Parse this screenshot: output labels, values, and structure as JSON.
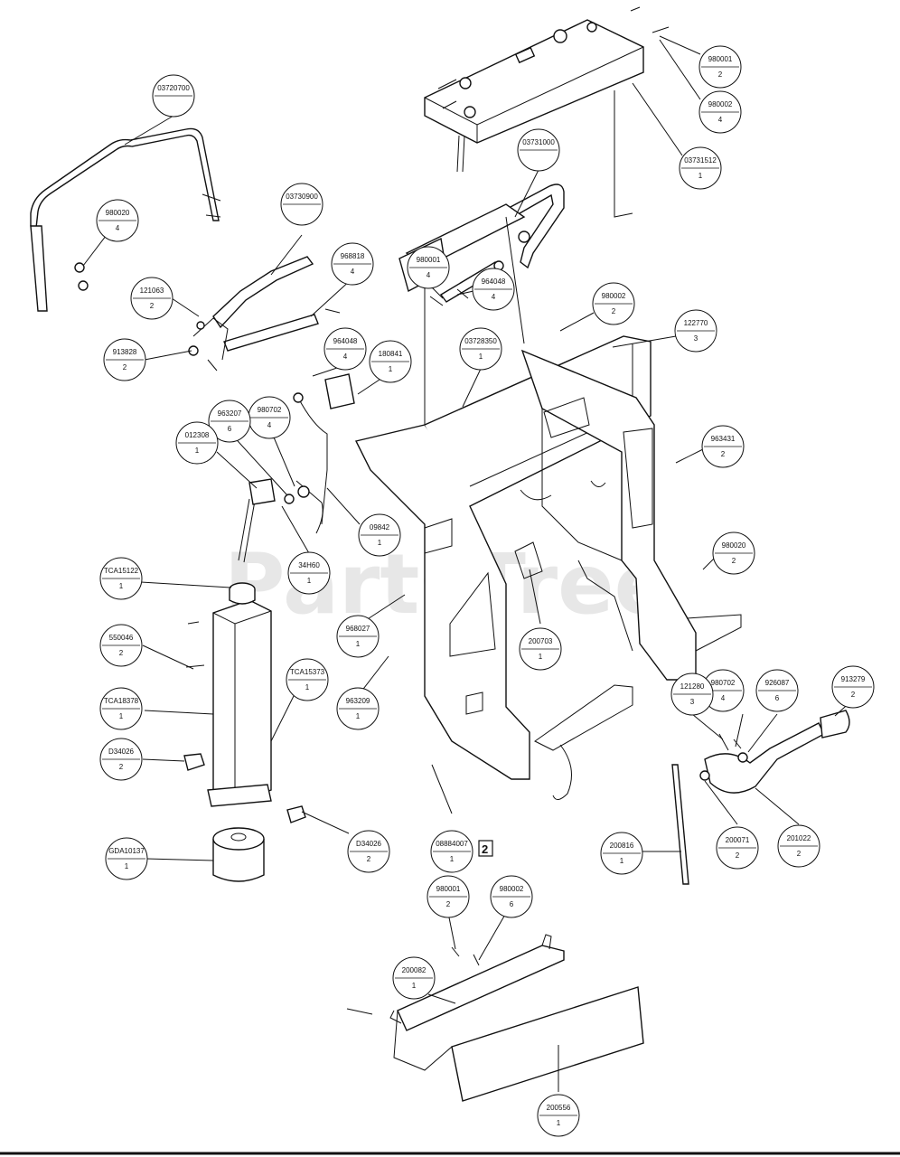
{
  "watermark": "PartsTree",
  "note_badge": "2",
  "callouts": [
    {
      "part": "03720700",
      "qty": ""
    },
    {
      "part": "980020",
      "qty": "4"
    },
    {
      "part": "03730900",
      "qty": ""
    },
    {
      "part": "121063",
      "qty": "2"
    },
    {
      "part": "913828",
      "qty": "2"
    },
    {
      "part": "968818",
      "qty": "4"
    },
    {
      "part": "980001",
      "qty": "4"
    },
    {
      "part": "964048",
      "qty": "4"
    },
    {
      "part": "03731000",
      "qty": ""
    },
    {
      "part": "980001",
      "qty": "2"
    },
    {
      "part": "980002",
      "qty": "4"
    },
    {
      "part": "03731512",
      "qty": "1"
    },
    {
      "part": "980002",
      "qty": "2"
    },
    {
      "part": "122770",
      "qty": "3"
    },
    {
      "part": "03728350",
      "qty": "1"
    },
    {
      "part": "964048",
      "qty": "4"
    },
    {
      "part": "180841",
      "qty": "1"
    },
    {
      "part": "980702",
      "qty": "4"
    },
    {
      "part": "963207",
      "qty": "6"
    },
    {
      "part": "012308",
      "qty": "1"
    },
    {
      "part": "963431",
      "qty": "2"
    },
    {
      "part": "09842",
      "qty": "1"
    },
    {
      "part": "34H60",
      "qty": "1"
    },
    {
      "part": "980020",
      "qty": "2"
    },
    {
      "part": "TCA15122",
      "qty": "1"
    },
    {
      "part": "968027",
      "qty": "1"
    },
    {
      "part": "550046",
      "qty": "2"
    },
    {
      "part": "200703",
      "qty": "1"
    },
    {
      "part": "TCA15373",
      "qty": "1"
    },
    {
      "part": "TCA18378",
      "qty": "1"
    },
    {
      "part": "963209",
      "qty": "1"
    },
    {
      "part": "913279",
      "qty": "2"
    },
    {
      "part": "980702",
      "qty": "4"
    },
    {
      "part": "926087",
      "qty": "6"
    },
    {
      "part": "121280",
      "qty": "3"
    },
    {
      "part": "D34026",
      "qty": "2"
    },
    {
      "part": "GDA10137",
      "qty": "1"
    },
    {
      "part": "D34026",
      "qty": "2"
    },
    {
      "part": "08884007",
      "qty": "1"
    },
    {
      "part": "200816",
      "qty": "1"
    },
    {
      "part": "200071",
      "qty": "2"
    },
    {
      "part": "201022",
      "qty": "2"
    },
    {
      "part": "980001",
      "qty": "2"
    },
    {
      "part": "980002",
      "qty": "6"
    },
    {
      "part": "200082",
      "qty": "1"
    },
    {
      "part": "200556",
      "qty": "1"
    }
  ]
}
